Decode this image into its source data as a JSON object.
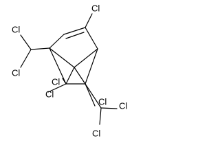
{
  "molecule": {
    "atom_labels": [
      "Cl",
      "Cl",
      "Cl",
      "Cl",
      "Cl",
      "Cl",
      "Cl",
      "Cl"
    ]
  }
}
